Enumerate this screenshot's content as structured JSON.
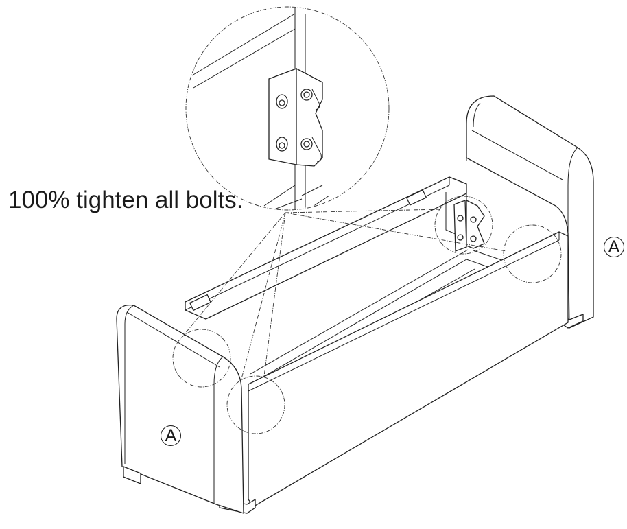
{
  "instruction": "100% tighten all bolts.",
  "labels": {
    "part_a_left": "A",
    "part_a_right": "A"
  },
  "colors": {
    "line": "#222222",
    "background": "#ffffff"
  }
}
